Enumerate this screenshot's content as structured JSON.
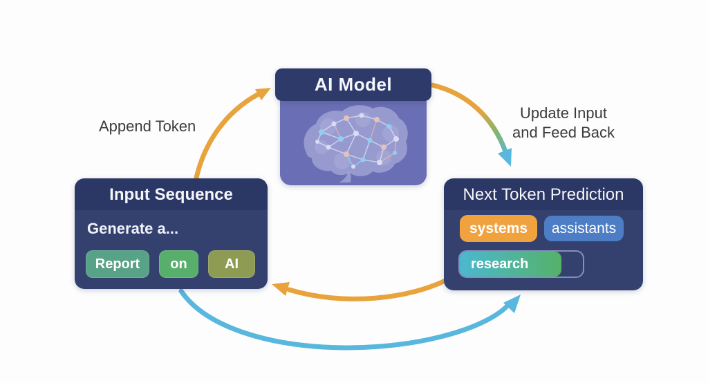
{
  "ai_model": {
    "title": "AI Model",
    "illustration": "brain-network"
  },
  "input_sequence": {
    "title": "Input Sequence",
    "prompt": "Generate a...",
    "tokens": [
      {
        "label": "Report",
        "color": "#58a287"
      },
      {
        "label": "on",
        "color": "#58ae6b"
      },
      {
        "label": "AI",
        "color": "#8e9b52"
      }
    ]
  },
  "next_token_prediction": {
    "title": "Next Token Prediction",
    "candidates": [
      {
        "label": "systems",
        "color": "#f0a23f"
      },
      {
        "label": "assistants",
        "color": "#4d7ec5"
      },
      {
        "label": "research",
        "color_start": "#4bb8d0",
        "color_end": "#55b169",
        "outline_color": "#949fc7"
      }
    ]
  },
  "labels": {
    "append_token": "Append Token",
    "update_feedback_line1": "Update Input",
    "update_feedback_line2": "and Feed Back"
  },
  "arrows": [
    {
      "name": "append-token-arrow",
      "from": "input-sequence",
      "to": "ai-model",
      "color": "#e8a33d"
    },
    {
      "name": "update-feedback-arrow",
      "from": "ai-model",
      "to": "next-token-prediction",
      "color_start": "#e8a33d",
      "color_end": "#57b7dd"
    },
    {
      "name": "return-arrow-orange",
      "from": "next-token-prediction",
      "to": "input-sequence",
      "color": "#e8a33d"
    },
    {
      "name": "loop-arrow-blue",
      "from": "input-sequence",
      "to": "next-token-prediction",
      "color": "#57b7dd"
    }
  ],
  "colors": {
    "background": "#fdfdfd",
    "box_navy": "#34416f",
    "box_navy_dark": "#2b3764",
    "model_header_navy": "#2e3a6a",
    "model_body_purple": "#6a6eb4",
    "arrow_orange": "#e8a33d",
    "arrow_blue": "#57b7dd",
    "label_text": "#3b3b3b"
  }
}
